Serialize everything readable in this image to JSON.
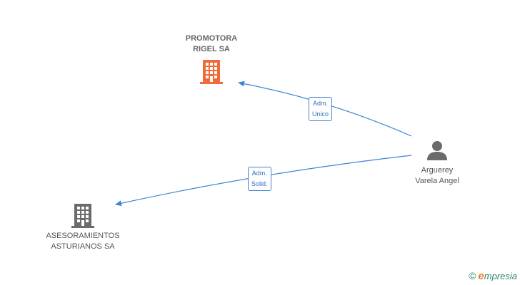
{
  "nodes": {
    "promotora": {
      "line1": "PROMOTORA",
      "line2": "RIGEL SA",
      "color": "#f26a3a",
      "icon": "building-icon"
    },
    "asesoramientos": {
      "line1": "ASESORAMIENTOS",
      "line2": "ASTURIANOS SA",
      "color": "#6b6b6b",
      "icon": "building-icon"
    },
    "person": {
      "line1": "Arguerey",
      "line2": "Varela Angel",
      "color": "#6b6b6b",
      "icon": "person-icon"
    }
  },
  "edges": {
    "adm_unico": {
      "line1": "Adm.",
      "line2": "Unico"
    },
    "adm_solid": {
      "line1": "Adm.",
      "line2": "Solid."
    },
    "color": "#3f82d4"
  },
  "watermark": {
    "copyright": "©",
    "brand_first": "e",
    "brand_rest": "mpresia"
  }
}
